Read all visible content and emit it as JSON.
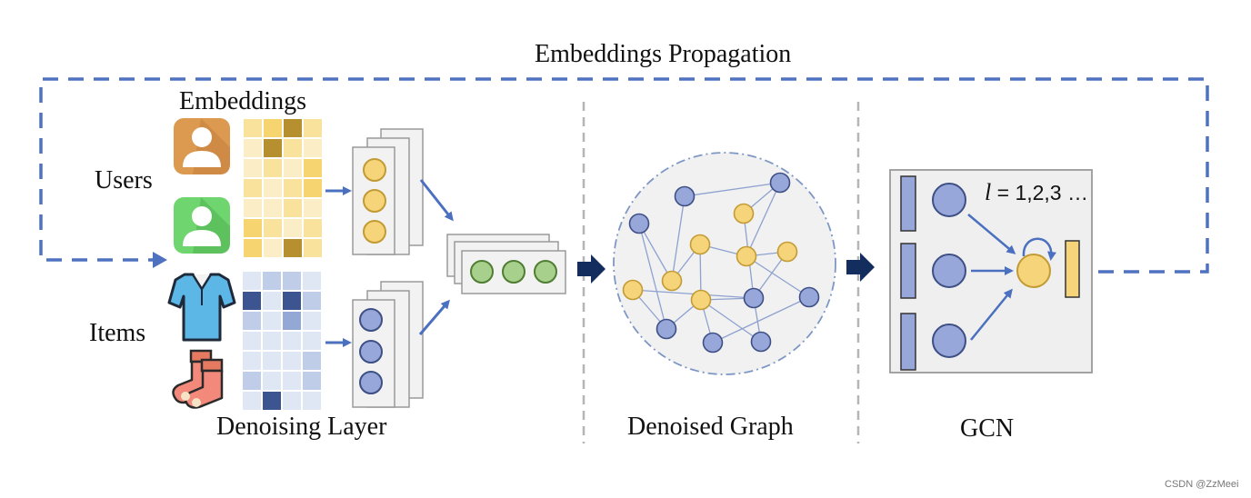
{
  "labels": {
    "title": "Embeddings Propagation",
    "embeddings": "Embeddings",
    "users": "Users",
    "items": "Items",
    "denoising_layer": "Denoising Layer",
    "denoised_graph": "Denoised Graph",
    "gcn": "GCN",
    "layer_var": "l",
    "layer_values": " = 1,2,3 …",
    "credit": "CSDN @ZzMeei"
  },
  "colors": {
    "dash_blue": "#4e72c0",
    "arrow_blue": "#4a70bf",
    "arrow_navy": "#132d5e",
    "node_blue": "#97a7d9",
    "node_blue_stroke": "#3d4f84",
    "node_yellow": "#f5d47a",
    "node_yellow_stroke": "#c29b34",
    "panel_gray": "#efefef",
    "panel_stroke": "#9a9a9a"
  },
  "icons": {
    "user1": "user-avatar-orange-icon",
    "user2": "user-avatar-green-icon",
    "item1": "shirt-icon",
    "item2": "socks-icon"
  },
  "user_matrix": [
    [
      1,
      2,
      3,
      1
    ],
    [
      0,
      3,
      1,
      0
    ],
    [
      0,
      1,
      0,
      2
    ],
    [
      1,
      0,
      1,
      2
    ],
    [
      0,
      0,
      1,
      0
    ],
    [
      2,
      1,
      0,
      1
    ],
    [
      2,
      0,
      3,
      1
    ]
  ],
  "item_matrix": [
    [
      0,
      1,
      1,
      0
    ],
    [
      3,
      0,
      3,
      1
    ],
    [
      1,
      0,
      2,
      0
    ],
    [
      0,
      0,
      0,
      0
    ],
    [
      0,
      0,
      0,
      1
    ],
    [
      1,
      0,
      0,
      1
    ],
    [
      0,
      3,
      0,
      0
    ]
  ],
  "graph": {
    "nodes": [
      {
        "id": "n1",
        "c": "b"
      },
      {
        "id": "n2",
        "c": "b"
      },
      {
        "id": "n3",
        "c": "b"
      },
      {
        "id": "n4",
        "c": "y"
      },
      {
        "id": "n5",
        "c": "y"
      },
      {
        "id": "n6",
        "c": "b"
      },
      {
        "id": "n7",
        "c": "y"
      },
      {
        "id": "n8",
        "c": "y"
      },
      {
        "id": "n9",
        "c": "y"
      },
      {
        "id": "n10",
        "c": "b"
      },
      {
        "id": "n11",
        "c": "y"
      },
      {
        "id": "n12",
        "c": "b"
      },
      {
        "id": "n13",
        "c": "b"
      },
      {
        "id": "n14",
        "c": "y"
      },
      {
        "id": "n15",
        "c": "b"
      }
    ],
    "edges": [
      [
        "n1",
        "n3"
      ],
      [
        "n1",
        "n4"
      ],
      [
        "n3",
        "n7"
      ],
      [
        "n3",
        "n9"
      ],
      [
        "n2",
        "n4"
      ],
      [
        "n2",
        "n6"
      ],
      [
        "n4",
        "n8"
      ],
      [
        "n5",
        "n6"
      ],
      [
        "n5",
        "n10"
      ],
      [
        "n6",
        "n11"
      ],
      [
        "n8",
        "n11"
      ],
      [
        "n8",
        "n9"
      ],
      [
        "n9",
        "n13"
      ],
      [
        "n9",
        "n14"
      ],
      [
        "n10",
        "n11"
      ],
      [
        "n11",
        "n12"
      ],
      [
        "n11",
        "n15"
      ],
      [
        "n7",
        "n10"
      ],
      [
        "n12",
        "n13"
      ],
      [
        "n10",
        "n14"
      ],
      [
        "n10",
        "n15"
      ]
    ]
  }
}
